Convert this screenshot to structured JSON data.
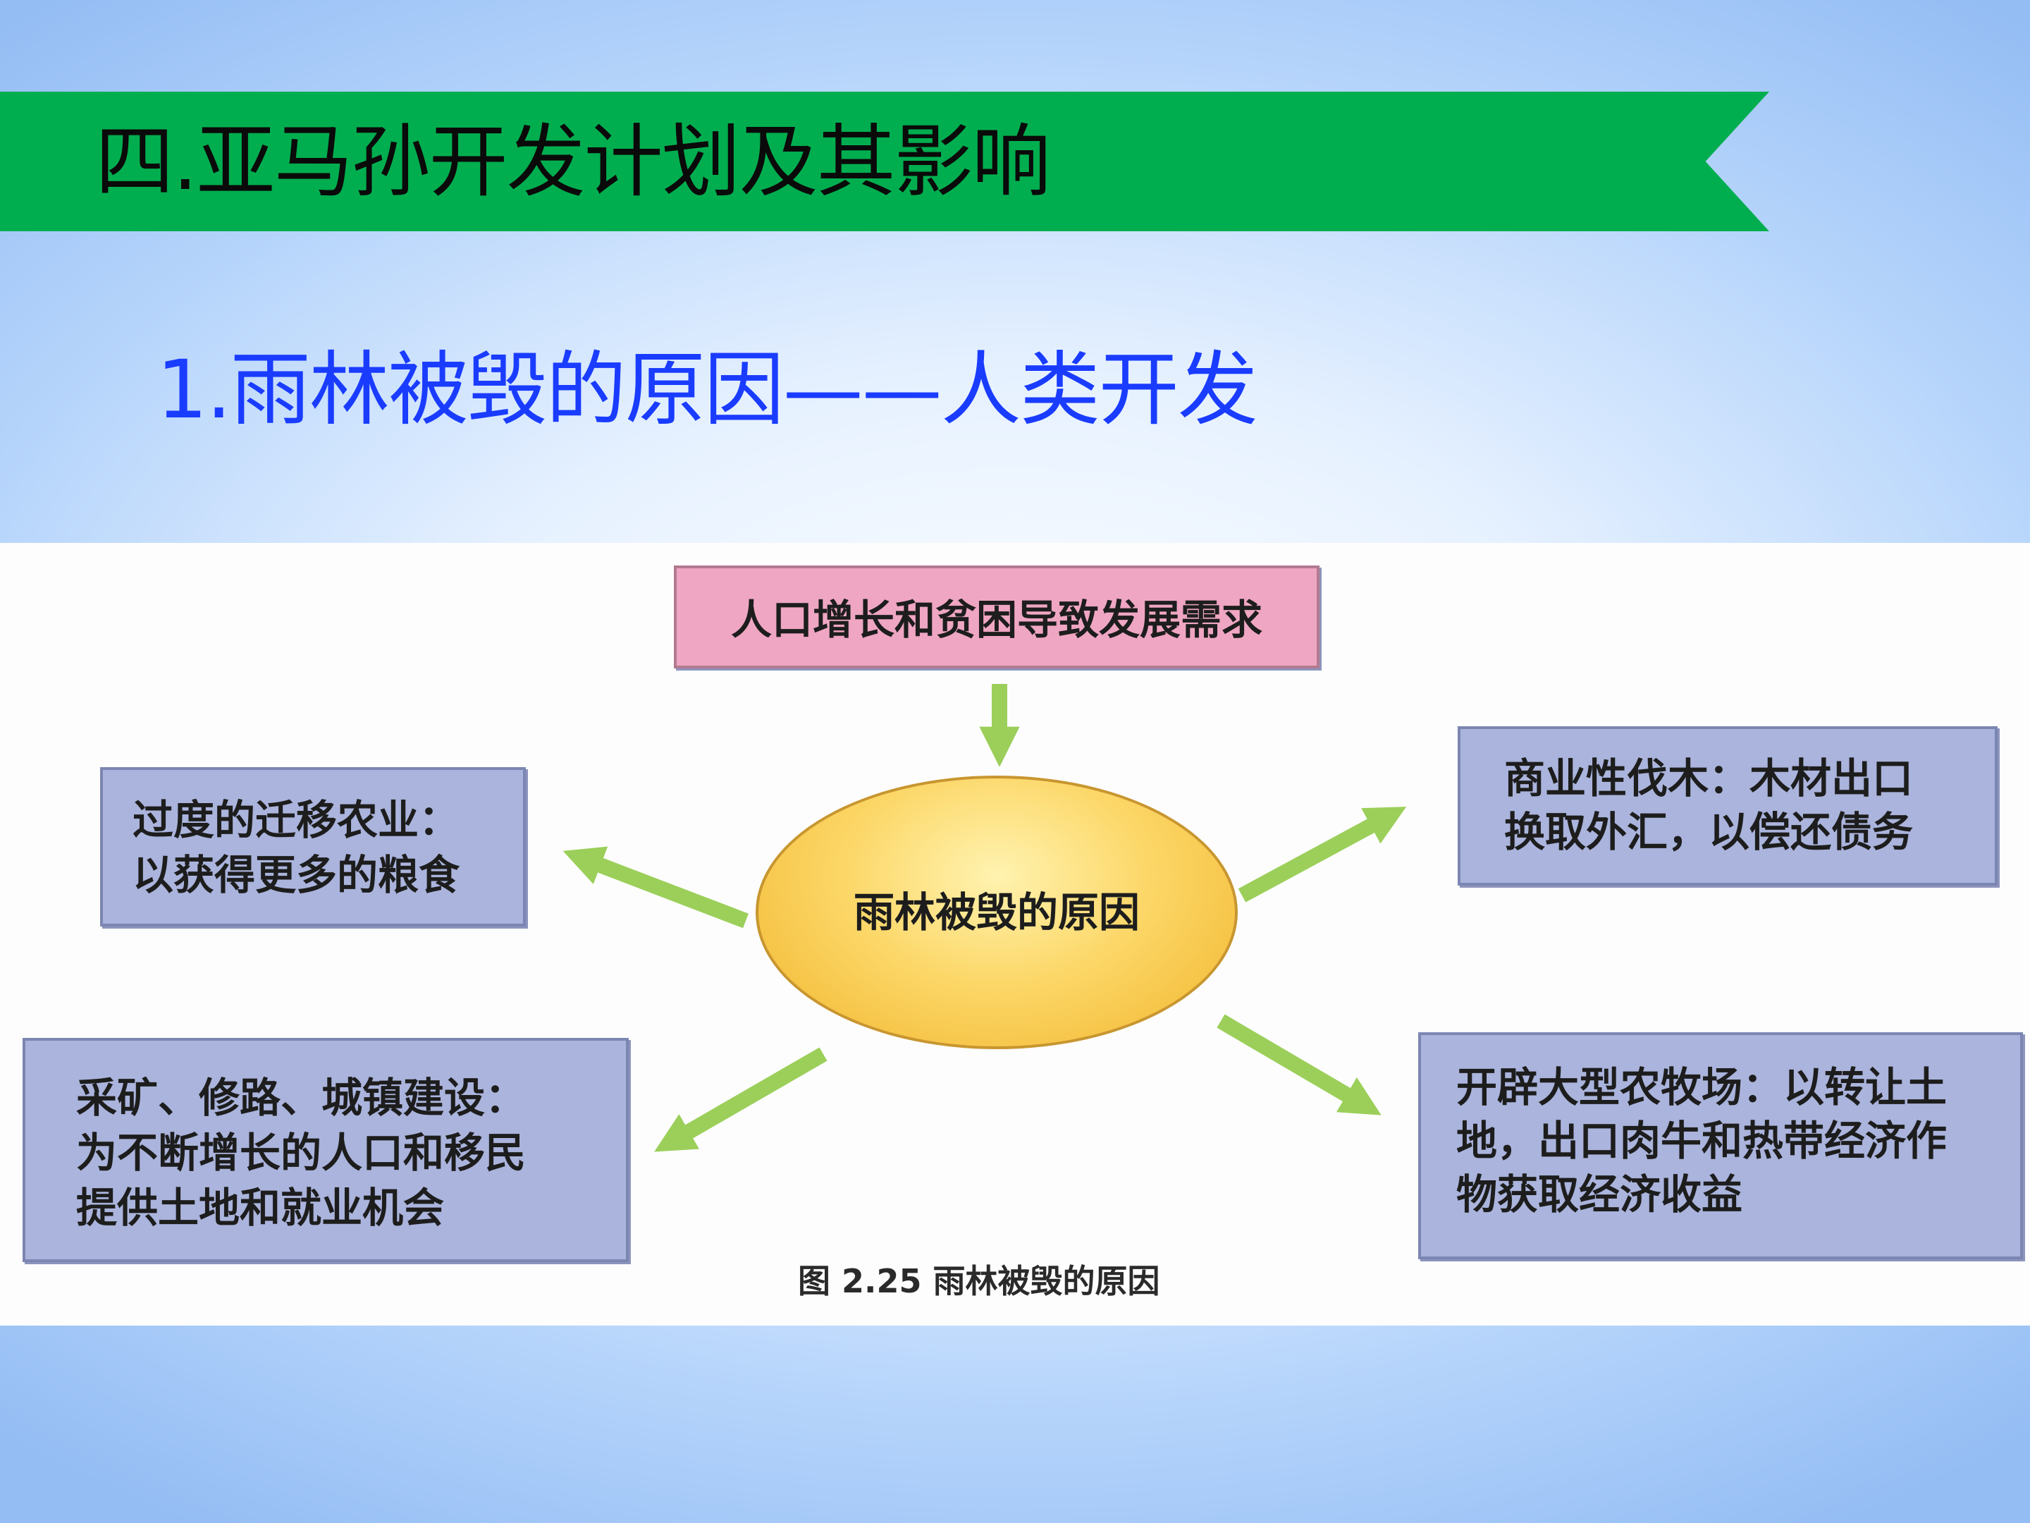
{
  "slide": {
    "title": "四.亚马孙开发计划及其影响",
    "subtitle": "1.雨林被毁的原因——人类开发"
  },
  "diagram": {
    "top_box": "人口增长和贫困导致发展需求",
    "center": "雨林被毁的原因",
    "left_upper": [
      "过度的迁移农业：",
      "以获得更多的粮食"
    ],
    "left_lower": [
      "采矿、修路、城镇建设：",
      "为不断增长的人口和移民",
      "提供土地和就业机会"
    ],
    "right_upper": [
      "商业性伐木：木材出口",
      "换取外汇，以偿还债务"
    ],
    "right_lower": [
      "开辟大型农牧场：以转让土",
      "地，出口肉牛和热带经济作",
      "物获取经济收益"
    ],
    "caption": "图 2.25   雨林被毁的原因"
  },
  "colors": {
    "banner": "#00ae4f",
    "subtitle_text": "#1a3cff",
    "top_box_fill": "#efa6c2",
    "side_box_fill": "#aab4dc",
    "ellipse_fill": "#fcd768",
    "arrow": "#9bcf5a"
  }
}
